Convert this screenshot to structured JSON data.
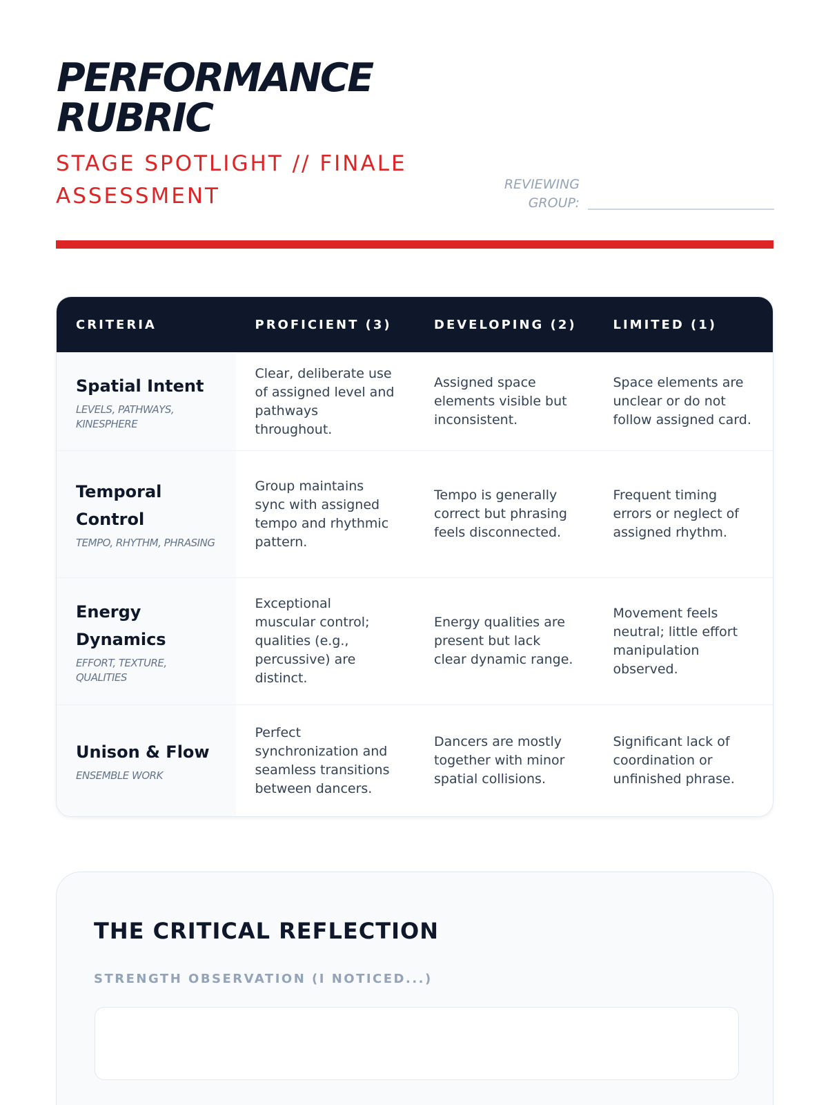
{
  "header": {
    "title_line1": "PERFORMANCE",
    "title_line2": "RUBRIC",
    "subtitle": "STAGE SPOTLIGHT // FINALE ASSESSMENT",
    "reviewing_label_line1": "REVIEWING",
    "reviewing_label_line2": "GROUP:",
    "reviewing_value": ""
  },
  "table": {
    "headers": [
      "CRITERIA",
      "PROFICIENT (3)",
      "DEVELOPING (2)",
      "LIMITED (1)"
    ],
    "rows": [
      {
        "name": "Spatial Intent",
        "sub": "LEVELS, PATHWAYS, KINESPHERE",
        "proficient": "Clear, deliberate use of assigned level and pathways throughout.",
        "developing": "Assigned space elements visible but inconsistent.",
        "limited": "Space elements are unclear or do not follow assigned card."
      },
      {
        "name": "Temporal Control",
        "sub": "TEMPO, RHYTHM, PHRASING",
        "proficient": "Group maintains sync with assigned tempo and rhythmic pattern.",
        "developing": "Tempo is generally correct but phrasing feels disconnected.",
        "limited": "Frequent timing errors or neglect of assigned rhythm."
      },
      {
        "name": "Energy Dynamics",
        "sub": "EFFORT, TEXTURE, QUALITIES",
        "proficient": "Exceptional muscular control; qualities (e.g., percussive) are distinct.",
        "developing": "Energy qualities are present but lack clear dynamic range.",
        "limited": "Movement feels neutral; little effort manipulation observed."
      },
      {
        "name": "Unison & Flow",
        "sub": "ENSEMBLE WORK",
        "proficient": "Perfect synchronization and seamless transitions between dancers.",
        "developing": "Dancers are mostly together with minor spatial collisions.",
        "limited": "Significant lack of coordination or unfinished phrase."
      }
    ]
  },
  "reflection": {
    "title": "THE CRITICAL REFLECTION",
    "strength_label": "STRENGTH OBSERVATION (I NOTICED...)",
    "strength_value": ""
  },
  "colors": {
    "accent": "#dc2626",
    "navy": "#0f172a",
    "muted": "#94a3b8"
  }
}
